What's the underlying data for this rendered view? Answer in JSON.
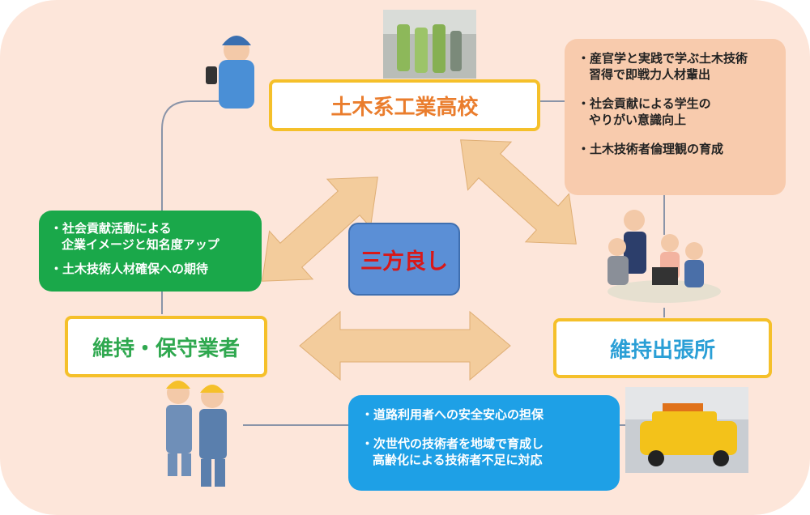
{
  "nodes": {
    "school": {
      "label": "土木系工業高校",
      "color": "#ea7d2d"
    },
    "contractor": {
      "label": "維持・保守業者",
      "color": "#2fa84f"
    },
    "office": {
      "label": "維持出張所",
      "color": "#2a9fd6"
    }
  },
  "center": {
    "label": "三方良し"
  },
  "notes": {
    "school_benefits": {
      "bg": "#f8cbad",
      "items": [
        "産官学と実践で学ぶ土木技術\n習得で即戦力人材輩出",
        "社会貢献による学生の\nやりがい意識向上",
        "土木技術者倫理観の育成"
      ]
    },
    "contractor_benefits": {
      "bg": "#1aa84a",
      "items": [
        "社会貢献活動による\n企業イメージと知名度アップ",
        "土木技術人材確保への期待"
      ]
    },
    "office_benefits": {
      "bg": "#1ea0e6",
      "items": [
        "道路利用者への安全安心の担保",
        "次世代の技術者を地域で育成し\n高齢化による技術者不足に対応"
      ]
    }
  },
  "colors": {
    "background": "#fde6da",
    "arrow": "#f3cc9c",
    "line": "#8a94a8"
  },
  "illustrations": [
    "student-with-phone-icon",
    "students-walking-photo",
    "office-meeting-icon",
    "workers-icon",
    "patrol-car-photo"
  ]
}
